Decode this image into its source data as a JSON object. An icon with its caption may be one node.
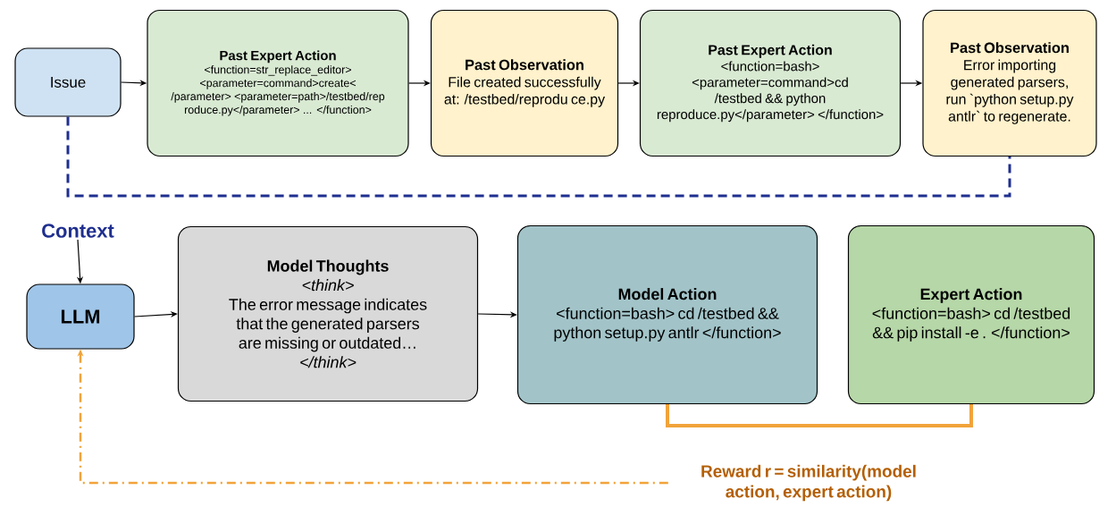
{
  "diagram": {
    "nodes": [
      {
        "text": [
          "Issue"
        ]
      },
      {
        "text": [
          "Past Expert Action",
          "<function=str_replace_editor> <parameter=command>create< /parameter> <parameter=path>/testbed/rep roduce.py</parameter> ... </function>"
        ]
      },
      {
        "text": [
          "Past Observation",
          "File created successfully at: /testbed/reprodu ce.py"
        ]
      },
      {
        "text": [
          "Past Expert Action",
          "<function=bash> <parameter=command>cd /testbed && python reproduce.py</parameter> </function>"
        ]
      },
      {
        "text": [
          "Past Observation",
          "Error importing generated parsers, run `python setup.py antlr` to regenerate."
        ]
      },
      {
        "text": [
          "Context"
        ]
      },
      {
        "text": [
          "LLM"
        ]
      },
      {
        "text": [
          "Model Thoughts",
          "<think>",
          "The error message indicates that the generated parsers are missing or outdated…",
          "</think>"
        ]
      },
      {
        "text": [
          "Model Action",
          "<function=bash> cd /testbed && python setup.py antlr </function>"
        ]
      },
      {
        "text": [
          "Expert Action",
          "<function=bash> cd /testbed && pip install -e . </function>"
        ]
      },
      {
        "text": [
          "Reward r = similarity(model action, expert action)"
        ]
      }
    ],
    "edges": [
      {
        "from": 0,
        "to": 1,
        "arrow": "to"
      },
      {
        "from": 1,
        "to": 2,
        "arrow": "to"
      },
      {
        "from": 2,
        "to": 3,
        "arrow": "to"
      },
      {
        "from": 3,
        "to": 4,
        "arrow": "to"
      },
      {
        "from": 0,
        "to": 4,
        "arrow": "none",
        "style": "dashed",
        "color": "#1f2f8f"
      },
      {
        "from": 5,
        "to": 6,
        "arrow": "to"
      },
      {
        "from": 6,
        "to": 7,
        "arrow": "to"
      },
      {
        "from": 7,
        "to": 8,
        "arrow": "to"
      },
      {
        "from": 8,
        "to": 9,
        "arrow": "none",
        "style": "thick",
        "color": "#f1a33a"
      },
      {
        "from": 10,
        "to": 6,
        "arrow": "to",
        "style": "dashed",
        "color": "#f1a33a"
      }
    ]
  }
}
